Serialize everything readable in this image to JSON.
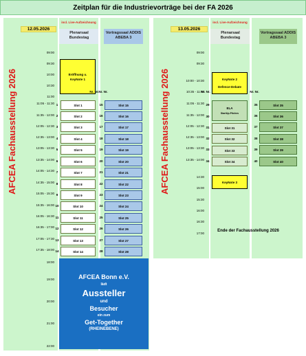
{
  "title": "Zeitplan für die Industrievorträge bei der FA 2026",
  "vertical_text": "AFCEA Fachausstellung 2026",
  "live_note": "incl. Live-Aufzeichnung",
  "num_header": "Nr. Nr.",
  "day1": {
    "date": "12.05.2026",
    "hall1": "Plenarsaal Bundestag",
    "hall2": "Vortragssaal ADDIS ABEBA 3",
    "times": [
      "09:00",
      "09:30",
      "10:00",
      "10:30",
      "11:00",
      "11:05 - 11:30",
      "11:35 - 12:00",
      "12:05 - 12:30",
      "12:35 - 13:00",
      "13:05 - 13:30",
      "13:35 - 14:00",
      "14:05 - 14:30",
      "14:35 - 15:00",
      "15:05 - 15:30",
      "15:35 - 16:00",
      "16:05 - 16:30",
      "16:35 - 17:00",
      "17:05 - 17:30",
      "17:35 - 18:00",
      "18:00",
      "19:00",
      "20:00",
      "21:00",
      "22:00"
    ],
    "keynote": "Eröffnung u. KeyNote 1",
    "left_nums": [
      "1",
      "2",
      "3",
      "4",
      "5",
      "6",
      "7",
      "8",
      "9",
      "10",
      "11",
      "12",
      "13",
      "14"
    ],
    "left_slots": [
      "Slot 1",
      "Slot 2",
      "Slot 3",
      "Slot 4",
      "Slot 5",
      "Slot 6",
      "Slot 7",
      "Slot 8",
      "Slot 9",
      "Slot 10",
      "Slot 11",
      "Slot 12",
      "Slot 13",
      "Slot 14"
    ],
    "right_nums": [
      "15",
      "16",
      "17",
      "18",
      "19",
      "20",
      "21",
      "22",
      "23",
      "24",
      "25",
      "26",
      "27",
      "28"
    ],
    "right_slots": [
      "Slot 15",
      "Slot 16",
      "Slot 17",
      "Slot 18",
      "Slot 19",
      "Slot 20",
      "Slot 21",
      "Slot 22",
      "Slot 23",
      "Slot 24",
      "Slot 25",
      "Slot 26",
      "Slot 27",
      "Slot 28"
    ],
    "banner": {
      "l1": "AFCEA Bonn e.V.",
      "l2": "lädt",
      "l3": "Aussteller",
      "l4": "und",
      "l5": "Besucher",
      "l6": "ein zum",
      "l7": "Get-Together",
      "l8": "(RHEINEBENE)"
    }
  },
  "day2": {
    "date": "13.05.2026",
    "hall1": "Plenarsaal Bundestag",
    "hall2": "Vortragssaal ADDIS ABEBA 3",
    "times": [
      "09:00",
      "09:30",
      "10:00 - 10:30",
      "10:35 - 11:00",
      "11:05 - 11:30",
      "11:35 - 12:00",
      "12:05 - 12:30",
      "12:35 - 13:00",
      "13:05 - 13:30",
      "13:35 - 14:00",
      "14:30",
      "15:00",
      "15:30",
      "16:00",
      "16:30",
      "17:00"
    ],
    "keynote": "KeyNote 2",
    "defence": "Defence-Debate",
    "ela": "ELA",
    "startup": "StartUp-Pitches",
    "left_nums": [
      "29",
      "30",
      "31",
      "32",
      "33",
      "34"
    ],
    "left_slots": [
      "Slot 31",
      "Slot 32",
      "Slot 33",
      "Slot 34"
    ],
    "right_nums": [
      "35",
      "36",
      "37",
      "38",
      "39",
      "40"
    ],
    "right_slots": [
      "Slot 35",
      "Slot 36",
      "Slot 37",
      "Slot 38",
      "Slot 39",
      "Slot 40"
    ],
    "keynote3": "KeyNote 3",
    "end_text": "Ende der Fachausstellung 2026"
  }
}
